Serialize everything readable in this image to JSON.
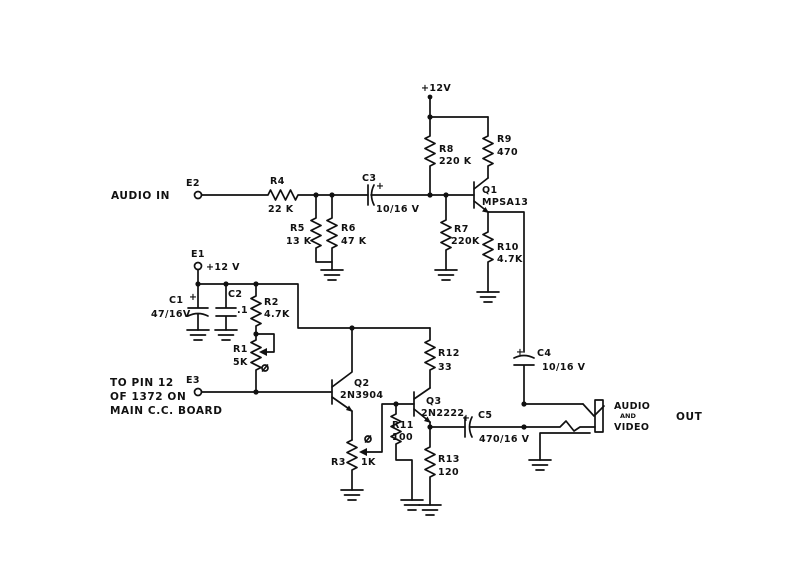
{
  "supply": {
    "top": "+12V",
    "e1": "+12 V"
  },
  "nodes": {
    "e1": "E1",
    "e2": "E2",
    "e3": "E3"
  },
  "labels": {
    "audio_in": "AUDIO IN",
    "pin_line1": "TO PIN 12",
    "pin_line2": "OF 1372 ON",
    "pin_line3": "MAIN C.C. BOARD",
    "av_audio": "AUDIO",
    "av_and": "AND",
    "av_video": "VIDEO",
    "av_out": "OUT"
  },
  "components": {
    "r4": {
      "name": "R4",
      "value": "22 K"
    },
    "r5": {
      "name": "R5",
      "value": "13 K"
    },
    "r6": {
      "name": "R6",
      "value": "47 K"
    },
    "r8": {
      "name": "R8",
      "value": "220 K"
    },
    "r7": {
      "name": "R7",
      "value": "220K"
    },
    "r9": {
      "name": "R9",
      "value": "470"
    },
    "r10": {
      "name": "R10",
      "value": "4.7K"
    },
    "c3": {
      "name": "C3",
      "value": "10/16 V"
    },
    "q1": {
      "name": "Q1",
      "value": "MPSA13"
    },
    "c1": {
      "name": "C1",
      "value": "47/16V"
    },
    "c2": {
      "name": "C2",
      "value": ".1"
    },
    "r2": {
      "name": "R2",
      "value": "4.7K"
    },
    "r1": {
      "name": "R1",
      "value": "5K"
    },
    "q2": {
      "name": "Q2",
      "value": "2N3904"
    },
    "r3": {
      "name": "R3",
      "value": "1K"
    },
    "r11": {
      "name": "R11",
      "value": "100"
    },
    "r12": {
      "name": "R12",
      "value": "33"
    },
    "q3": {
      "name": "Q3",
      "value": "2N2222"
    },
    "r13": {
      "name": "R13",
      "value": "120"
    },
    "c5": {
      "name": "C5",
      "value": "470/16 V"
    },
    "c4": {
      "name": "C4",
      "value": "10/16 V"
    }
  },
  "marks": {
    "plus": "+",
    "zero": "0"
  }
}
